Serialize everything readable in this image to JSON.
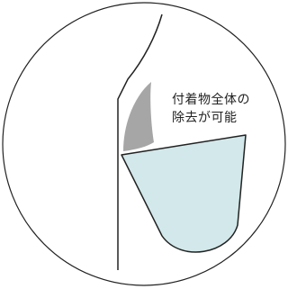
{
  "annotation": {
    "line1": "付着物全体の",
    "line2": "除去が可能"
  },
  "colors": {
    "outline": "#222222",
    "deposit": "#a6a6a6",
    "instrument": "#d2e8ea",
    "background": "#ffffff"
  },
  "shapes": {
    "frame": "circle",
    "tooth_surface": "line",
    "deposit": "crescent",
    "instrument_tip": "curette-blade"
  }
}
